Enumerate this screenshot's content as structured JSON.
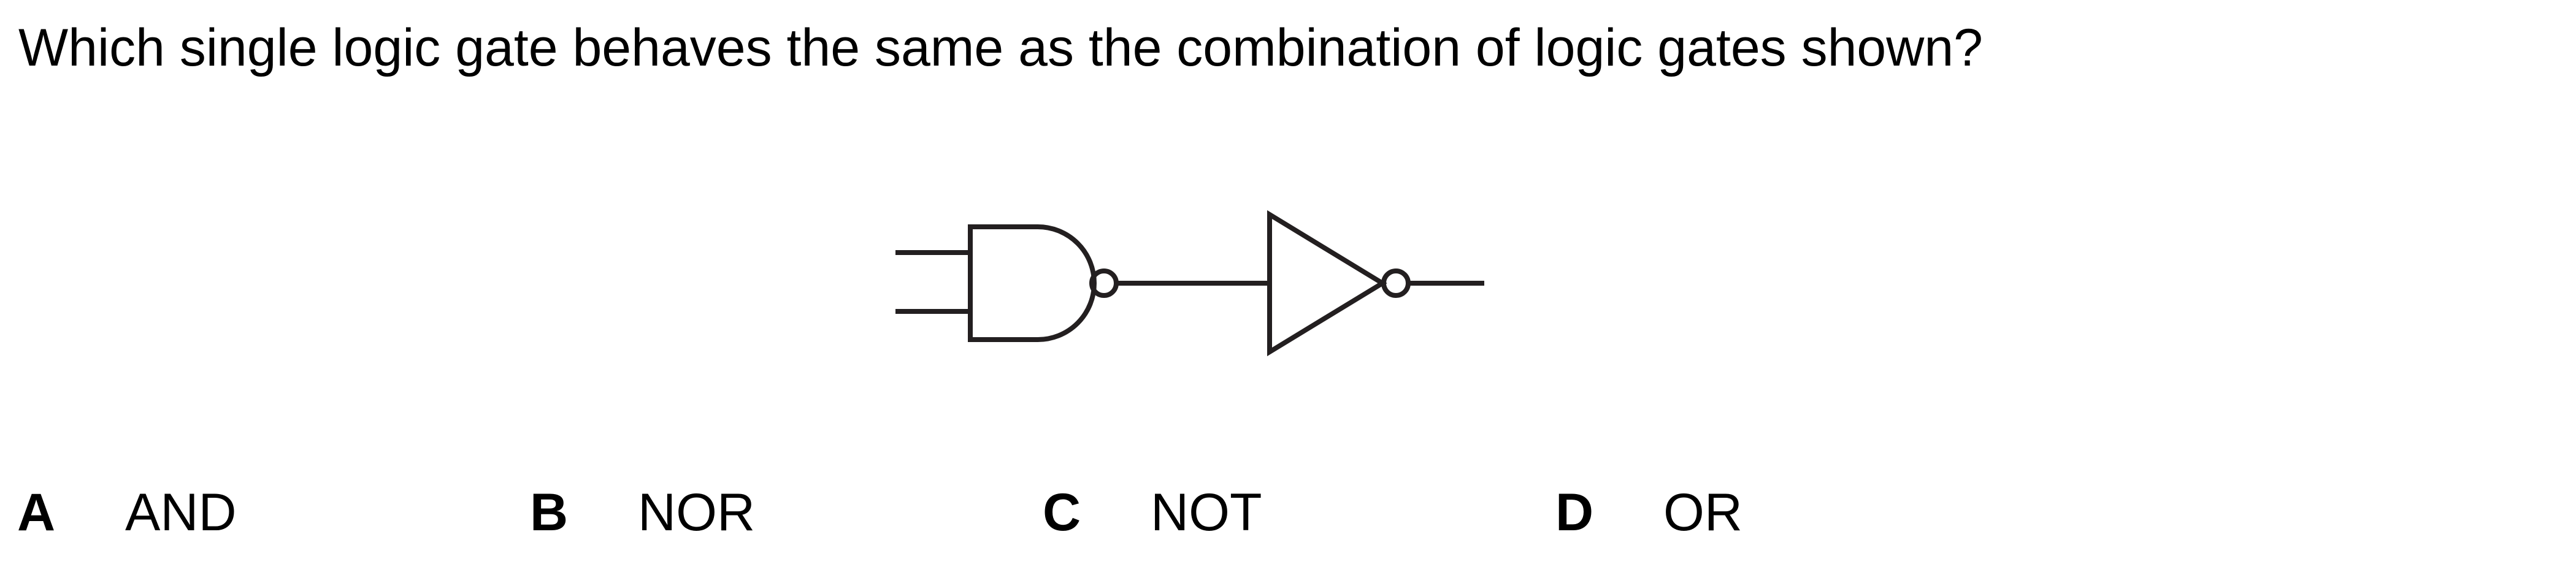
{
  "question": {
    "text": "Which single logic gate behaves the same as the combination of logic gates shown?"
  },
  "diagram": {
    "gates": [
      "NAND",
      "NOT"
    ],
    "icon": "nand-gate-followed-by-not-gate"
  },
  "options": [
    {
      "letter": "A",
      "text": "AND"
    },
    {
      "letter": "B",
      "text": "NOR"
    },
    {
      "letter": "C",
      "text": "NOT"
    },
    {
      "letter": "D",
      "text": "OR"
    }
  ]
}
